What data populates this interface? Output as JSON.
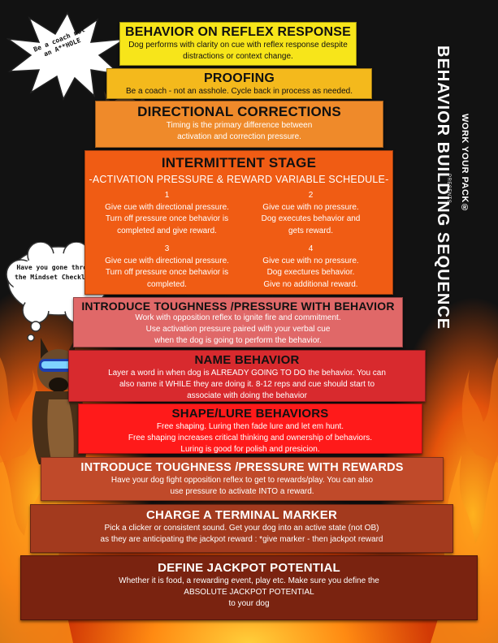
{
  "header": {
    "brand": "WORK YOUR PACK",
    "brand_mark": "®",
    "presents": "PRESENTS",
    "title": "BEHAVIOR BUILDING SEQUENCE"
  },
  "callouts": {
    "burst": "Be a coach not an A**HOLE",
    "thought_cloud": "Have you gone through the Mindset Checklist?"
  },
  "tiers": [
    {
      "title": "BEHAVIOR ON REFLEX RESPONSE",
      "lines": [
        "Dog performs with clarity on cue with reflex response despite",
        "distractions or context change."
      ],
      "color": "#f7e51a"
    },
    {
      "title": "PROOFING",
      "lines": [
        "Be a coach - not an asshole. Cycle back in process as needed."
      ],
      "color": "#f4b91c"
    },
    {
      "title": "DIRECTIONAL CORRECTIONS",
      "lines": [
        "Timing is the primary difference between",
        "activation and correction pressure."
      ],
      "color": "#ef8a2a"
    },
    {
      "title": "INTERMITTENT STAGE",
      "subtitle": "-ACTIVATION PRESSURE & REWARD VARIABLE SCHEDULE-",
      "steps": [
        {
          "num": "1",
          "lines": [
            "Give cue with directional pressure.",
            "Turn off pressure once behavior is",
            "completed and give reward."
          ]
        },
        {
          "num": "2",
          "lines": [
            "Give cue with no pressure.",
            "Dog executes behavior and",
            "gets reward."
          ]
        },
        {
          "num": "3",
          "lines": [
            "Give cue with directional pressure.",
            "Turn off pressure once behavior is",
            "completed."
          ]
        },
        {
          "num": "4",
          "lines": [
            "Give cue with no pressure.",
            "Dog exectures behavior.",
            "Give no additional reward."
          ]
        }
      ],
      "color": "#f05c14"
    },
    {
      "title": "INTRODUCE TOUGHNESS /PRESSURE WITH BEHAVIOR",
      "lines": [
        "Work with opposition reflex to ignite fire and commitment.",
        "Use activation pressure paired with your verbal cue",
        "when the dog is going to perform the behavior."
      ],
      "color": "#e06868"
    },
    {
      "title": "NAME BEHAVIOR",
      "lines": [
        "Layer a word in when dog is ALREADY GOING TO DO the behavior. You can",
        "also name it WHILE they are doing it. 8-12 reps and cue should start to",
        "associate with doing the behavior"
      ],
      "color": "#d82a2e"
    },
    {
      "title": "SHAPE/LURE BEHAVIORS",
      "lines": [
        "Free shaping. Luring then fade lure and let em hunt.",
        "Free shaping increases critical thinking and ownership of behaviors.",
        "Luring is good for polish and presicion."
      ],
      "color": "#ff1a1a"
    },
    {
      "title": "INTRODUCE TOUGHNESS /PRESSURE WITH REWARDS",
      "lines": [
        "Have your dog fight opposition reflex to get to rewards/play. You can also",
        "use pressure to activate INTO a reward."
      ],
      "color": "#c04a2a"
    },
    {
      "title": "CHARGE A TERMINAL MARKER",
      "lines": [
        "Pick a clicker or consistent sound. Get your dog into an active state (not OB)",
        "as they are anticipating the jackpot reward : *give marker - then jackpot reward"
      ],
      "color": "#a33a1e"
    },
    {
      "title": "DEFINE JACKPOT POTENTIAL",
      "lines": [
        "Whether it is food, a rewarding event, play etc. Make sure you define the",
        "ABSOLUTE JACKPOT POTENTIAL",
        "to your dog"
      ],
      "color": "#7a2310"
    }
  ]
}
